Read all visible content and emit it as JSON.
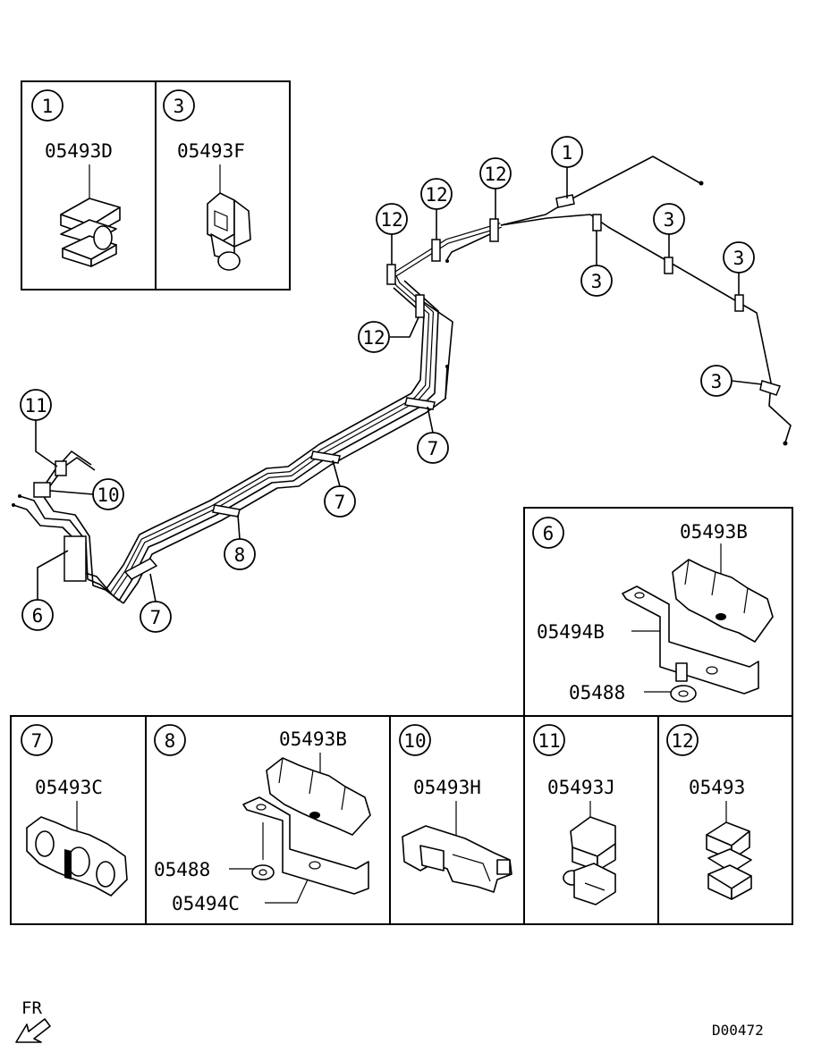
{
  "panels": {
    "p1": {
      "callout": "1",
      "part": "05493D"
    },
    "p3": {
      "callout": "3",
      "part": "05493F"
    },
    "p6": {
      "callout": "6",
      "parts": [
        "05493B",
        "05494B",
        "05488"
      ]
    },
    "p7": {
      "callout": "7",
      "part": "05493C"
    },
    "p8": {
      "callout": "8",
      "parts": [
        "05493B",
        "05488",
        "05494C"
      ]
    },
    "p10": {
      "callout": "10",
      "part": "05493H"
    },
    "p11": {
      "callout": "11",
      "part": "05493J"
    },
    "p12": {
      "callout": "12",
      "part": "05493"
    }
  },
  "callouts": {
    "c1": "1",
    "c3": [
      "3",
      "3",
      "3",
      "3"
    ],
    "c6": "6",
    "c7": [
      "7",
      "7",
      "7"
    ],
    "c8": "8",
    "c10": "10",
    "c11": "11",
    "c12": [
      "12",
      "12",
      "12",
      "12"
    ]
  },
  "direction_label": "FR",
  "drawing_code": "D00472"
}
